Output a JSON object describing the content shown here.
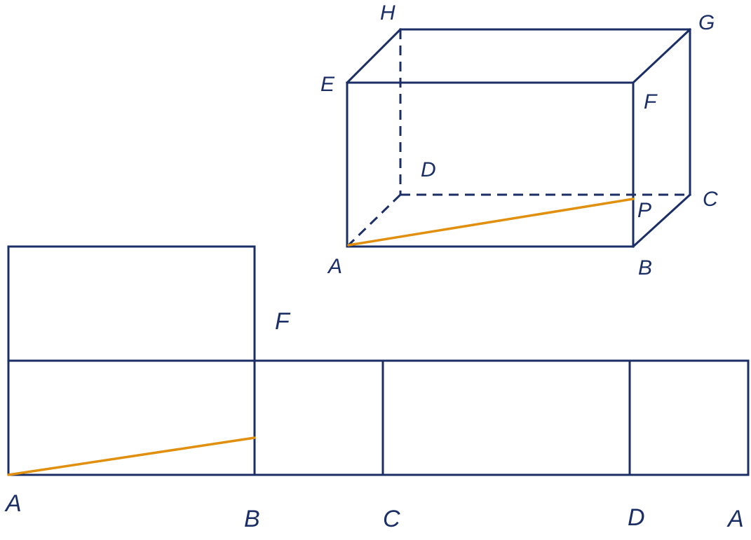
{
  "box": {
    "vertices": {
      "A": "A",
      "B": "B",
      "C": "C",
      "D": "D",
      "E": "E",
      "F": "F",
      "G": "G",
      "H": "H",
      "P": "P"
    }
  },
  "net": {
    "bottom_labels": [
      "A",
      "B",
      "C",
      "D",
      "A"
    ],
    "top_label": "F"
  },
  "colors": {
    "edge": "#1b2f66",
    "path": "#e0900e"
  }
}
